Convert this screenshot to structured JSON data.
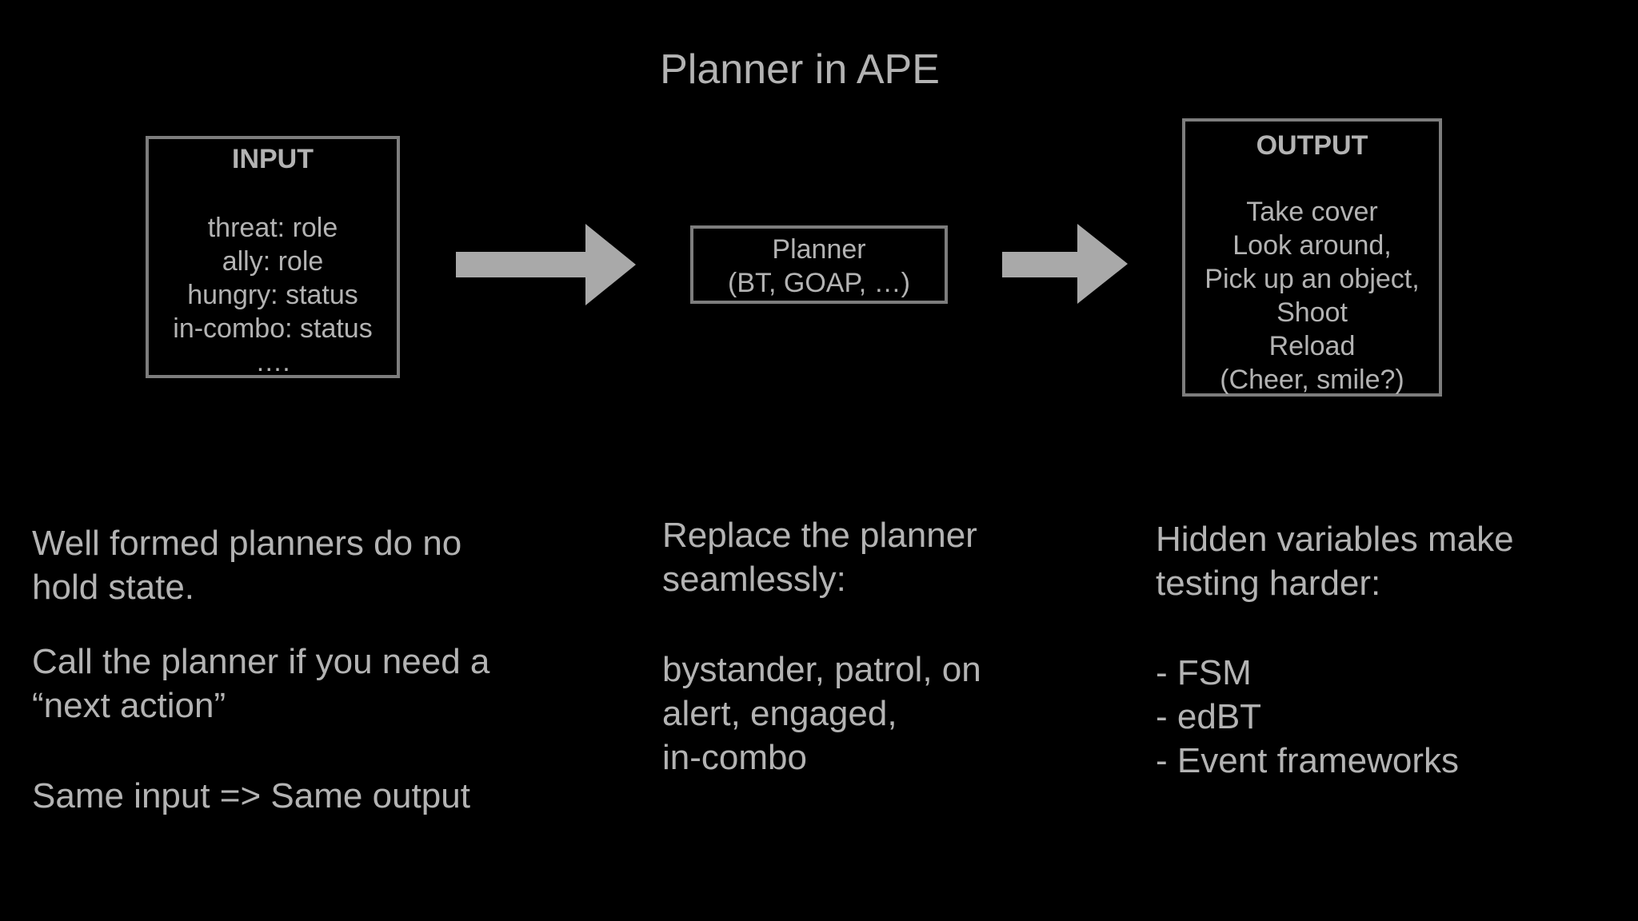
{
  "colors": {
    "background": "#000000",
    "text": "#b3b3b3",
    "border": "#7d7d7d",
    "arrow": "#a9a9a9"
  },
  "title": "Planner in APE",
  "diagram": {
    "input_box": {
      "heading": "INPUT",
      "lines": [
        "threat: role",
        "ally: role",
        "hungry: status",
        "in-combo: status",
        "…."
      ]
    },
    "planner_box": {
      "lines": [
        "Planner",
        "(BT, GOAP, …)"
      ]
    },
    "output_box": {
      "heading": "OUTPUT",
      "lines": [
        "Take cover",
        "Look around,",
        "Pick up an object,",
        "Shoot",
        "Reload",
        "(Cheer, smile?)"
      ]
    },
    "icons": {
      "left_arrow": "arrow-right-icon",
      "right_arrow": "arrow-right-icon"
    }
  },
  "notes": {
    "left": [
      "Well formed planners do no\nhold state.",
      "Call the planner if you need a\n“next action”",
      "Same input => Same output"
    ],
    "middle": [
      "Replace the planner\nseamlessly:",
      "bystander, patrol, on\nalert, engaged,\nin-combo"
    ],
    "right": [
      "Hidden variables make\ntesting harder:",
      "- FSM\n- edBT\n- Event frameworks"
    ]
  }
}
